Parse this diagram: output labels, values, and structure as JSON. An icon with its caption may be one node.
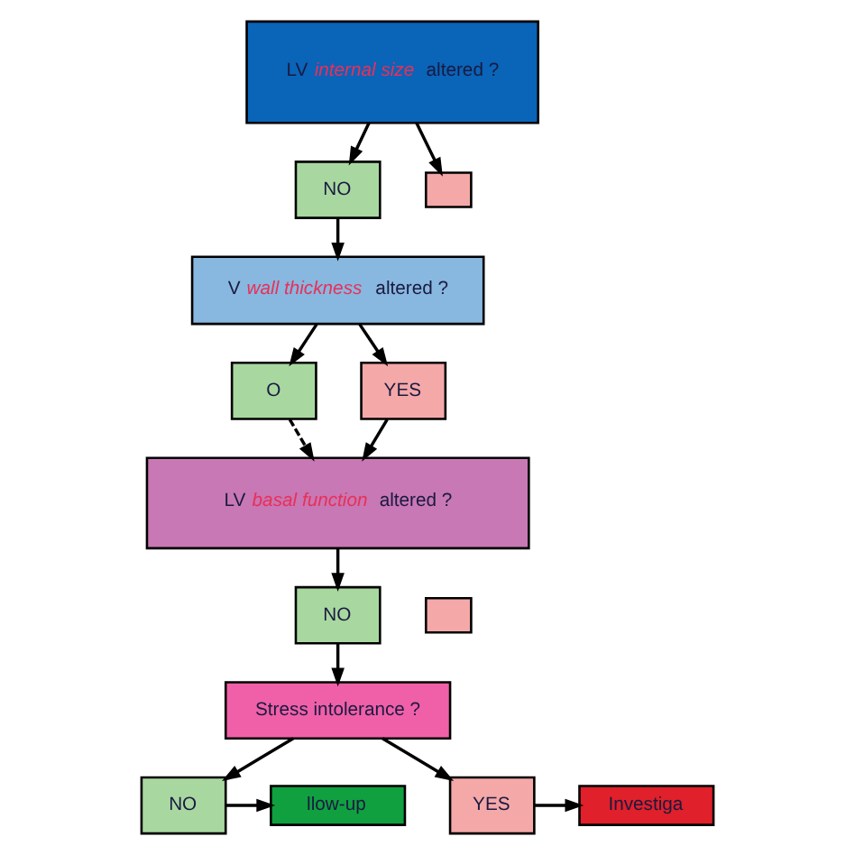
{
  "diagram": {
    "nodes": [
      {
        "text": [
          "LV *internal size* altered ?"
        ]
      },
      {
        "text": [
          "NO"
        ]
      },
      {
        "text": [],
        "shape": "box"
      },
      {
        "text": [
          "V *wall thickness* altered ?"
        ]
      },
      {
        "text": [
          "O"
        ]
      },
      {
        "text": [
          "YES"
        ]
      },
      {
        "text": [
          "LV *basal function* altered ?"
        ]
      },
      {
        "text": [
          "NO"
        ]
      },
      {
        "text": [],
        "shape": "box"
      },
      {
        "text": [
          "Stress intolerance ?"
        ]
      },
      {
        "text": [
          "llow-up"
        ]
      },
      {
        "text": [
          "NO"
        ]
      },
      {
        "text": [
          "YES"
        ]
      },
      {
        "text": [
          "Investiga"
        ]
      }
    ],
    "edges": [
      {
        "from": 0,
        "to": 1,
        "arrow": "to"
      },
      {
        "from": 0,
        "to": 2,
        "arrow": "to"
      },
      {
        "from": 1,
        "to": 3,
        "arrow": "to"
      },
      {
        "from": 3,
        "to": 4,
        "arrow": "to"
      },
      {
        "from": 3,
        "to": 5,
        "arrow": "to"
      },
      {
        "from": 5,
        "to": 6,
        "arrow": "to"
      },
      {
        "from": 4,
        "to": 6,
        "arrow": "to",
        "style": "dashed"
      },
      {
        "from": 6,
        "to": 7,
        "arrow": "to"
      },
      {
        "from": 7,
        "to": 9,
        "arrow": "to"
      },
      {
        "from": 9,
        "to": 11,
        "arrow": "to"
      },
      {
        "from": 9,
        "to": 12,
        "arrow": "to"
      },
      {
        "from": 11,
        "to": 10,
        "arrow": "to"
      },
      {
        "from": 12,
        "to": 13,
        "arrow": "to"
      }
    ]
  }
}
